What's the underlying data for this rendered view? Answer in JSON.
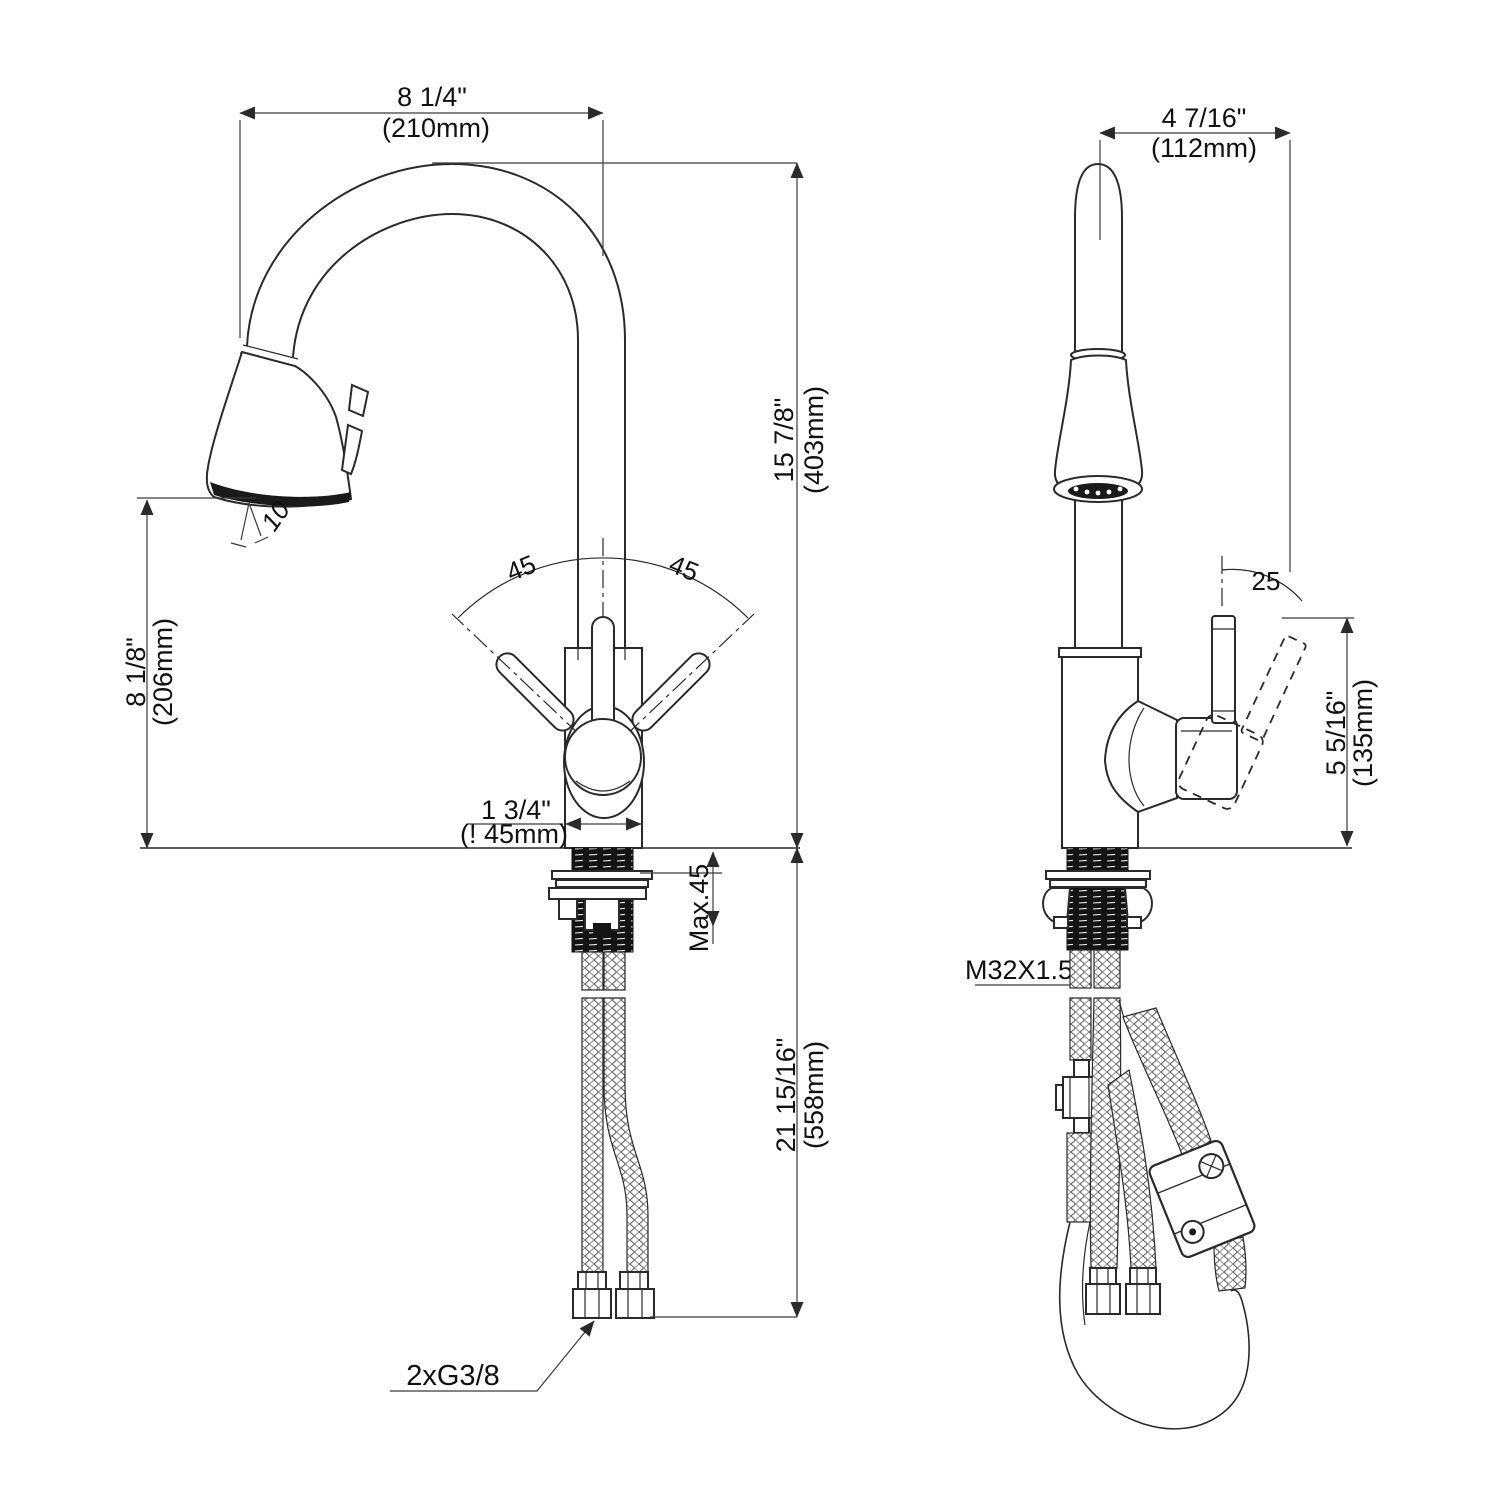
{
  "drawing": {
    "kind": "kitchen-faucet-installation-dimension-drawing",
    "front": {
      "spout_reach_in": "8 1/4\"",
      "spout_reach_mm": "(210mm)",
      "overall_height_in": "15 7/8\"",
      "overall_height_mm": "(403mm)",
      "spout_clearance_in": "8 1/8\"",
      "spout_clearance_mm": "(206mm)",
      "swivel_left_deg": "45",
      "swivel_right_deg": "45",
      "spray_angle_deg": "10",
      "base_width_in": "1 3/4\"",
      "base_width_mm": "(! 45mm)",
      "max_counter_thickness": "Max.45",
      "hose_length_in": "21 15/16\"",
      "hose_length_mm": "(558mm)",
      "supply_connection": "2xG3/8"
    },
    "side": {
      "depth_in": "4 7/16\"",
      "depth_mm": "(112mm)",
      "handle_tilt_deg": "25",
      "handle_height_in": "5 5/16\"",
      "handle_height_mm": "(135mm)",
      "shank_thread": "M32X1.5"
    },
    "colors": {
      "background": "#ffffff",
      "line": "#2a2a2a",
      "dark_fill": "#161616"
    }
  }
}
